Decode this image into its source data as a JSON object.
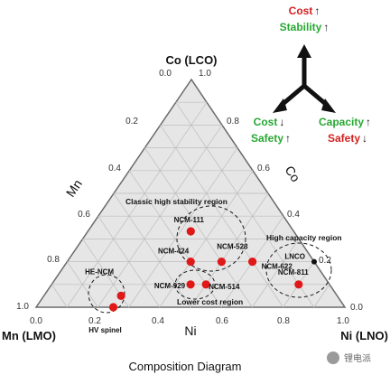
{
  "chart_data": {
    "type": "ternary-scatter",
    "caption": "Composition Diagram",
    "vertices": {
      "top": "Co (LCO)",
      "left": "Mn (LMO)",
      "right": "Ni (LNO)"
    },
    "axes": {
      "left_edge_label": "Mn",
      "right_edge_label": "Co",
      "bottom_edge_label": "Ni",
      "left_edge_ticks": [
        "0.0",
        "0.2",
        "0.4",
        "0.6",
        "0.8",
        "1.0"
      ],
      "right_edge_ticks": [
        "1.0",
        "0.8",
        "0.6",
        "0.4",
        "0.2",
        "0.0"
      ],
      "bottom_ticks": [
        "0.0",
        "0.2",
        "0.4",
        "0.6",
        "0.8",
        "1.0"
      ]
    },
    "grid": true,
    "points": [
      {
        "label": "NCM-111",
        "ni": 0.333,
        "co": 0.333,
        "mn": 0.333
      },
      {
        "label": "NCM-424",
        "ni": 0.4,
        "co": 0.2,
        "mn": 0.4
      },
      {
        "label": "NCM-523",
        "ni": 0.5,
        "co": 0.2,
        "mn": 0.3
      },
      {
        "label": "NCM-622",
        "ni": 0.6,
        "co": 0.2,
        "mn": 0.2
      },
      {
        "label": "NCM-811",
        "ni": 0.8,
        "co": 0.1,
        "mn": 0.1
      },
      {
        "label": "NCM-929",
        "ni": 0.45,
        "co": 0.1,
        "mn": 0.45
      },
      {
        "label": "NCM-514",
        "ni": 0.5,
        "co": 0.1,
        "mn": 0.4
      },
      {
        "label": "HE-NCM",
        "ni": 0.25,
        "co": 0.05,
        "mn": 0.7
      },
      {
        "label": "HV spinel",
        "ni": 0.25,
        "co": 0.0,
        "mn": 0.75
      },
      {
        "label": "LNCO",
        "ni": 0.8,
        "co": 0.2,
        "mn": 0.0
      }
    ],
    "regions": [
      {
        "label": "Classic high stability region"
      },
      {
        "label": "High capacity region"
      },
      {
        "label": "Lower cost region"
      }
    ],
    "legend": {
      "top_line1": "Cost",
      "top_line2": "Stability",
      "left_line1": "Cost",
      "left_line2": "Safety",
      "right_line1": "Capacity",
      "right_line2": "Safety",
      "up": "↑",
      "down": "↓"
    }
  },
  "colors": {
    "point": "#e01818",
    "red_text": "#d42020",
    "green_text": "#27a832",
    "grid": "#bdbdbd",
    "frame": "#6a6a6a"
  },
  "watermark": "锂电派"
}
